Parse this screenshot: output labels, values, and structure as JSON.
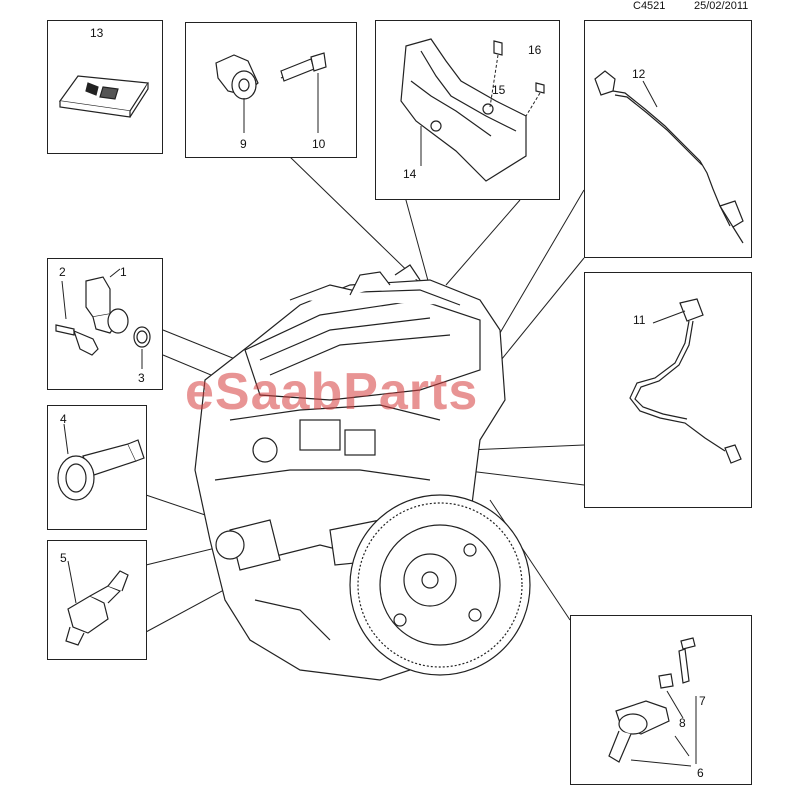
{
  "header": {
    "code": "C4521",
    "date": "25/02/2011"
  },
  "watermark": {
    "text": "eSaabParts",
    "color": "#d63c3c"
  },
  "callouts": {
    "n1": "1",
    "n2": "2",
    "n3": "3",
    "n4": "4",
    "n5": "5",
    "n6": "6",
    "n7": "7",
    "n8": "8",
    "n9": "9",
    "n10": "10",
    "n11": "11",
    "n12": "12",
    "n13": "13",
    "n14": "14",
    "n15": "15",
    "n16": "16"
  },
  "colors": {
    "line": "#222222",
    "background": "#ffffff"
  }
}
